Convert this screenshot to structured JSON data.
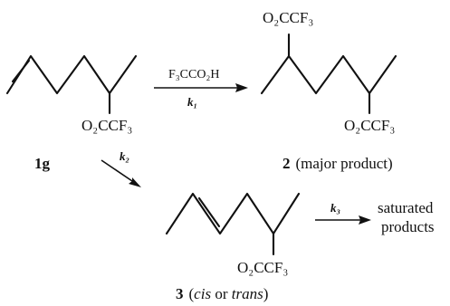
{
  "structures": {
    "start": {
      "ester_label": "O₂CCF₃",
      "compound_number": "1g"
    },
    "product_2": {
      "ester_label_top": "O₂CCF₃",
      "ester_label_bottom": "O₂CCF₃",
      "compound_number": "2",
      "caption": "(major product)"
    },
    "product_3": {
      "ester_label": "O₂CCF₃",
      "compound_number": "3",
      "caption_open": "(",
      "caption_cis": "cis",
      "caption_or": " or ",
      "caption_trans": "trans",
      "caption_close": ")"
    }
  },
  "arrows": {
    "k1": {
      "reagent": "F₃CCO₂H",
      "rate_label": "k₁"
    },
    "k2": {
      "rate_label": "k₂"
    },
    "k3": {
      "rate_label": "k₃"
    }
  },
  "saturated_products": {
    "line1": "saturated",
    "line2": "products"
  }
}
